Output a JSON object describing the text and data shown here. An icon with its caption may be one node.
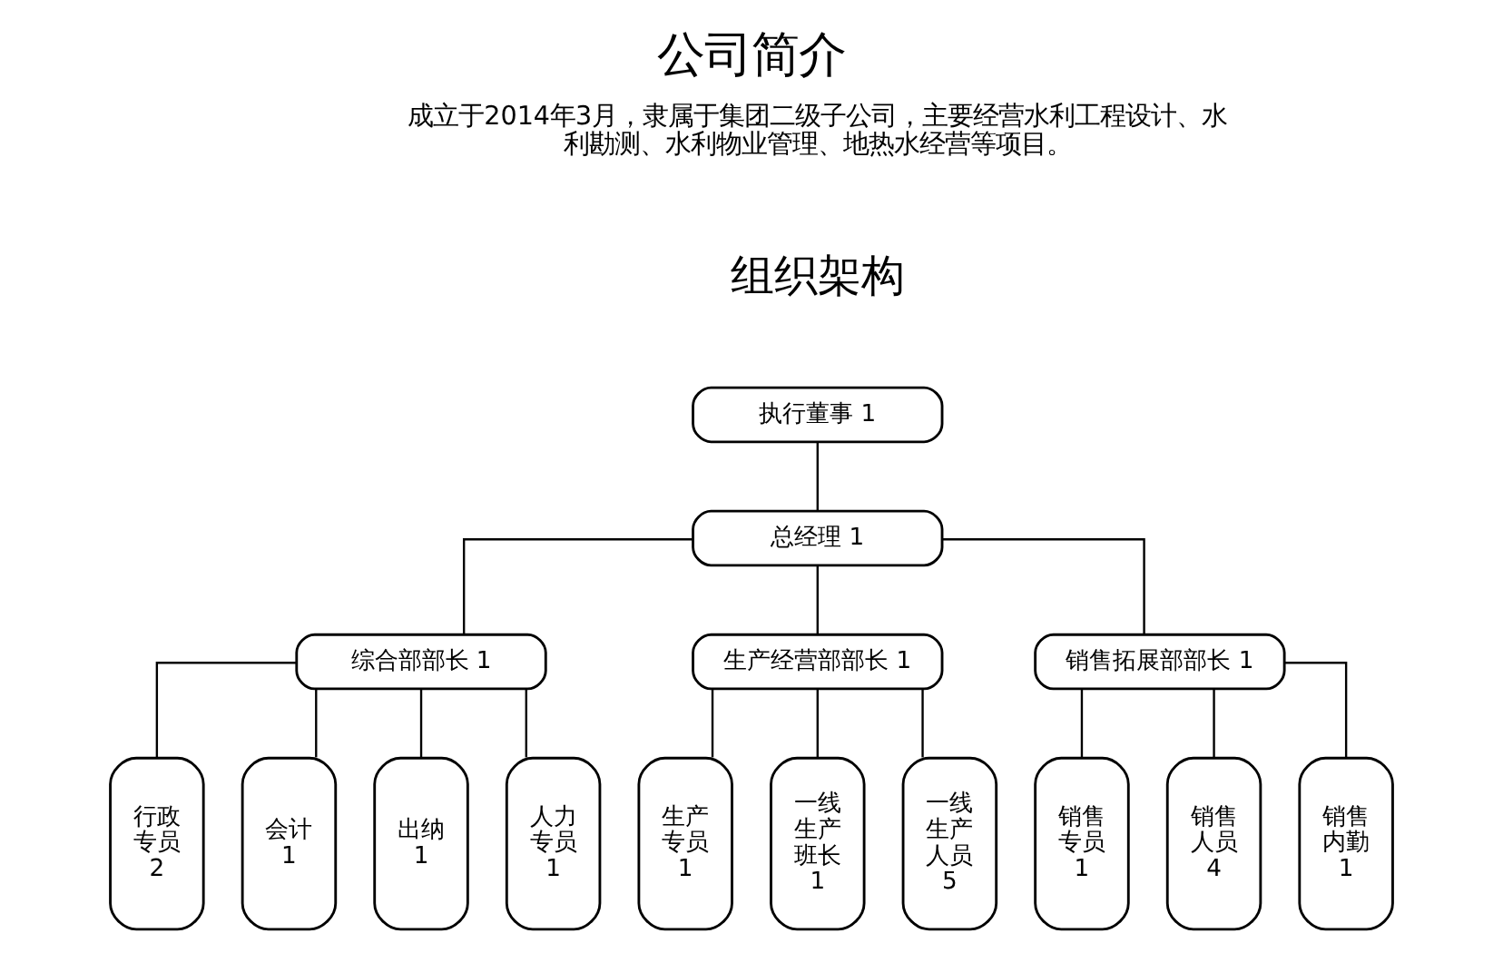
{
  "diagram": {
    "title": "公司简介",
    "nodes": [
      {
        "text": [
          "执行董事 1"
        ]
      },
      {
        "text": [
          "总经理 1"
        ]
      },
      {
        "text": [
          "综合部部长 1"
        ]
      },
      {
        "text": [
          "生产经营部部长 1"
        ]
      },
      {
        "text": [
          "销售拓展部部长 1"
        ]
      },
      {
        "text": [
          "行政专员",
          "2"
        ]
      },
      {
        "text": [
          "会计",
          "1"
        ]
      },
      {
        "text": [
          "出纳",
          "1"
        ]
      },
      {
        "text": [
          "人力专员",
          "1"
        ]
      },
      {
        "text": [
          "生产专员",
          "1"
        ]
      },
      {
        "text": [
          "一线生产班长",
          "1"
        ]
      },
      {
        "text": [
          "一线生产人员",
          "5"
        ]
      },
      {
        "text": [
          "销售专员",
          "1"
        ]
      },
      {
        "text": [
          "销售人员",
          "4"
        ]
      },
      {
        "text": [
          "销售内勤",
          "1"
        ]
      }
    ],
    "edges": [
      {
        "from": 0,
        "to": 1,
        "arrow": "none"
      },
      {
        "from": 1,
        "to": 2,
        "arrow": "none"
      },
      {
        "from": 1,
        "to": 3,
        "arrow": "none"
      },
      {
        "from": 1,
        "to": 4,
        "arrow": "none"
      },
      {
        "from": 2,
        "to": 5,
        "arrow": "none"
      },
      {
        "from": 2,
        "to": 6,
        "arrow": "none"
      },
      {
        "from": 2,
        "to": 7,
        "arrow": "none"
      },
      {
        "from": 2,
        "to": 8,
        "arrow": "none"
      },
      {
        "from": 3,
        "to": 9,
        "arrow": "none"
      },
      {
        "from": 3,
        "to": 10,
        "arrow": "none"
      },
      {
        "from": 3,
        "to": 11,
        "arrow": "none"
      },
      {
        "from": 4,
        "to": 12,
        "arrow": "none"
      },
      {
        "from": 4,
        "to": 13,
        "arrow": "none"
      },
      {
        "from": 4,
        "to": 14,
        "arrow": "none"
      }
    ],
    "labels": [
      "成立于2014年3月，隶属于集团二级子公司，主要经营水利工程设计、水利勘测、水利物业管理、地热水经营等项目。",
      "组织架构"
    ]
  }
}
